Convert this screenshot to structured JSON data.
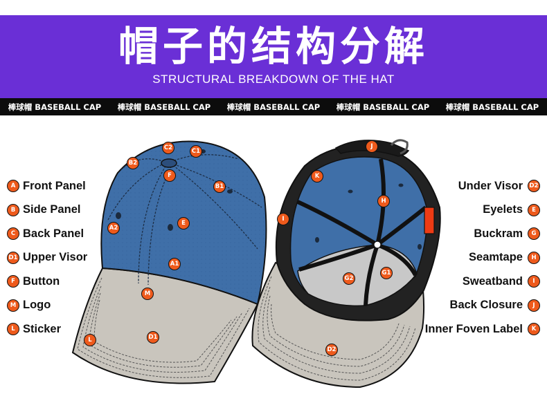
{
  "header": {
    "title": "帽子的结构分解",
    "subtitle": "STRUCTURAL BREAKDOWN OF THE HAT"
  },
  "strip": {
    "items": [
      "棒球帽  BASEBALL CAP",
      "棒球帽  BASEBALL CAP",
      "棒球帽  BASEBALL CAP",
      "棒球帽  BASEBALL CAP",
      "棒球帽  BASEBALL CAP"
    ]
  },
  "legend_left": [
    {
      "code": "A",
      "label": "Front Panel"
    },
    {
      "code": "B",
      "label": "Side Panel"
    },
    {
      "code": "C",
      "label": "Back Panel"
    },
    {
      "code": "D1",
      "label": "Upper Visor"
    },
    {
      "code": "F",
      "label": "Button"
    },
    {
      "code": "M",
      "label": "Logo"
    },
    {
      "code": "L",
      "label": "Sticker"
    }
  ],
  "legend_right": [
    {
      "code": "D2",
      "label": "Under Visor"
    },
    {
      "code": "E",
      "label": "Eyelets"
    },
    {
      "code": "G",
      "label": "Buckram"
    },
    {
      "code": "H",
      "label": "Seamtape"
    },
    {
      "code": "I",
      "label": "Sweatband"
    },
    {
      "code": "J",
      "label": "Back Closure"
    },
    {
      "code": "K",
      "label": "Inner Foven Label"
    }
  ],
  "markers_outer": [
    "C2",
    "C1",
    "B2",
    "F",
    "B1",
    "A2",
    "E",
    "A1",
    "M",
    "L",
    "D1"
  ],
  "markers_inner": [
    "J",
    "K",
    "H",
    "I",
    "G2",
    "G1",
    "D2"
  ],
  "colors": {
    "banner": "#6a2fd6",
    "strip": "#0c0c0c",
    "badge": "#ee5a1c",
    "crown": "#3f6fa8",
    "visor": "#c9c5bd",
    "inner_band": "#222222",
    "buckram": "#c8c8c8"
  }
}
